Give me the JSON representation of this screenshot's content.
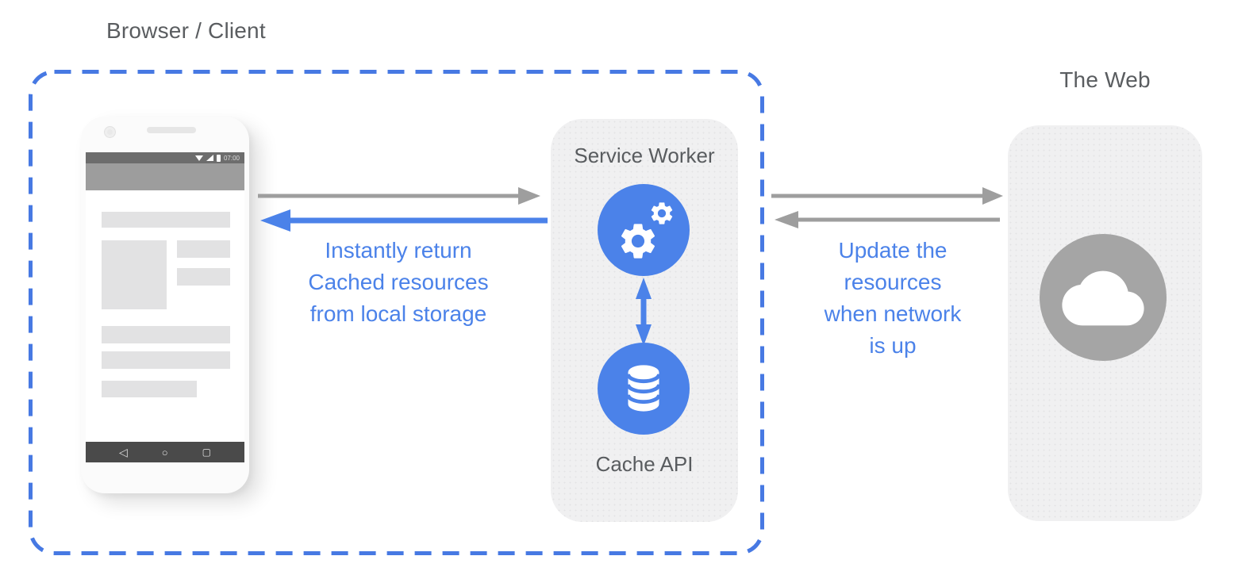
{
  "labels": {
    "browser_client": "Browser / Client",
    "the_web": "The Web",
    "service_worker": "Service Worker",
    "cache_api": "Cache API"
  },
  "annotations": {
    "cache_return": {
      "lines": [
        "Instantly return",
        "Cached resources",
        "from local storage"
      ]
    },
    "network_update": {
      "lines": [
        "Update the",
        "resources",
        "when network",
        "is up"
      ]
    }
  },
  "phone": {
    "status_time": "07:00",
    "nav_icons": {
      "back": "◁",
      "home": "○",
      "recents": "▢"
    }
  },
  "colors": {
    "accent_blue": "#4b82e9",
    "arrow_gray": "#9e9e9e",
    "panel_gray": "#f0f0f1",
    "web_circle_gray": "#a5a5a5",
    "label_gray": "#5a5d60"
  }
}
